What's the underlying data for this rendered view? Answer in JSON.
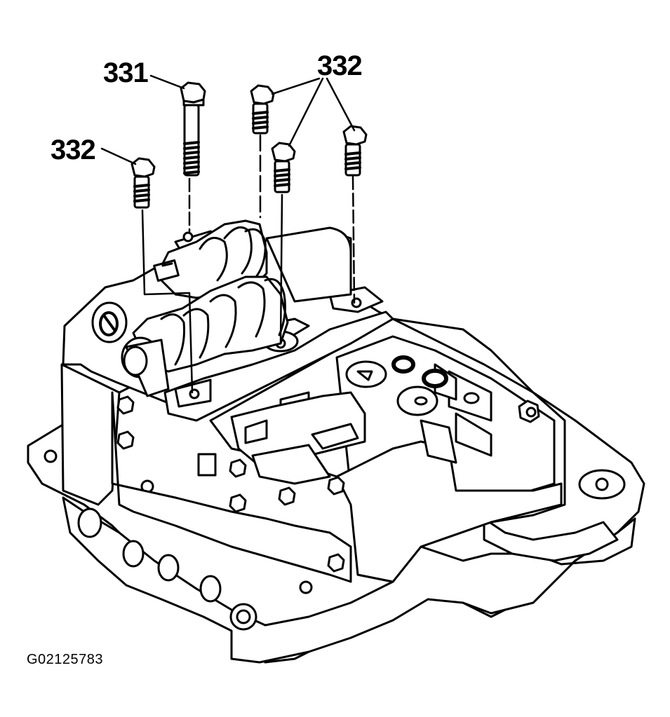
{
  "figure": {
    "id": "G02125783"
  },
  "callouts": {
    "bolt_331": "331",
    "bolt_332_top": "332",
    "bolt_332_left": "332"
  },
  "colors": {
    "line": "#000000",
    "fill": "#ffffff"
  }
}
